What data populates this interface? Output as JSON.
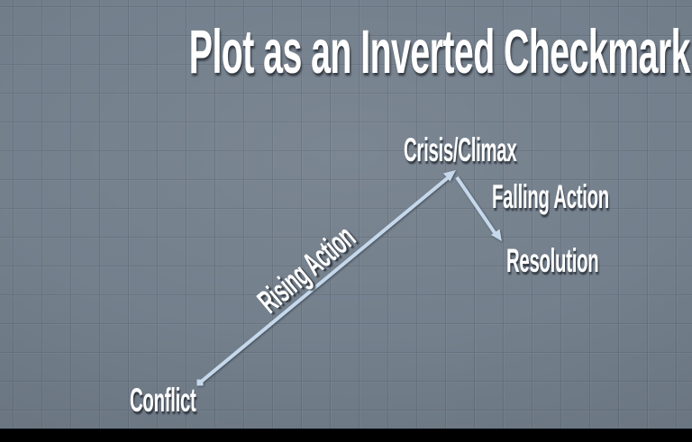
{
  "slide": {
    "title": "Plot as an Inverted Checkmark",
    "labels": {
      "conflict": "Conflict",
      "rising": "Rising Action",
      "crisis": "Crisis/Climax",
      "falling": "Falling Action",
      "resolution": "Resolution"
    },
    "colors": {
      "background": "#717d8a",
      "arrow_line": "#c6d9ec",
      "text": "#ffffff",
      "letterbox": "#000000"
    }
  },
  "diagram": {
    "type": "inverted-checkmark-plot-structure",
    "nodes": [
      "Conflict",
      "Crisis/Climax",
      "Resolution"
    ],
    "edges": [
      {
        "from": "Conflict",
        "to": "Crisis/Climax",
        "label": "Rising Action",
        "direction": "up-right",
        "arrowhead": "at Crisis/Climax"
      },
      {
        "from": "Crisis/Climax",
        "to": "Resolution",
        "label": "Falling Action",
        "direction": "down-right",
        "arrowhead": "at Resolution"
      }
    ]
  }
}
